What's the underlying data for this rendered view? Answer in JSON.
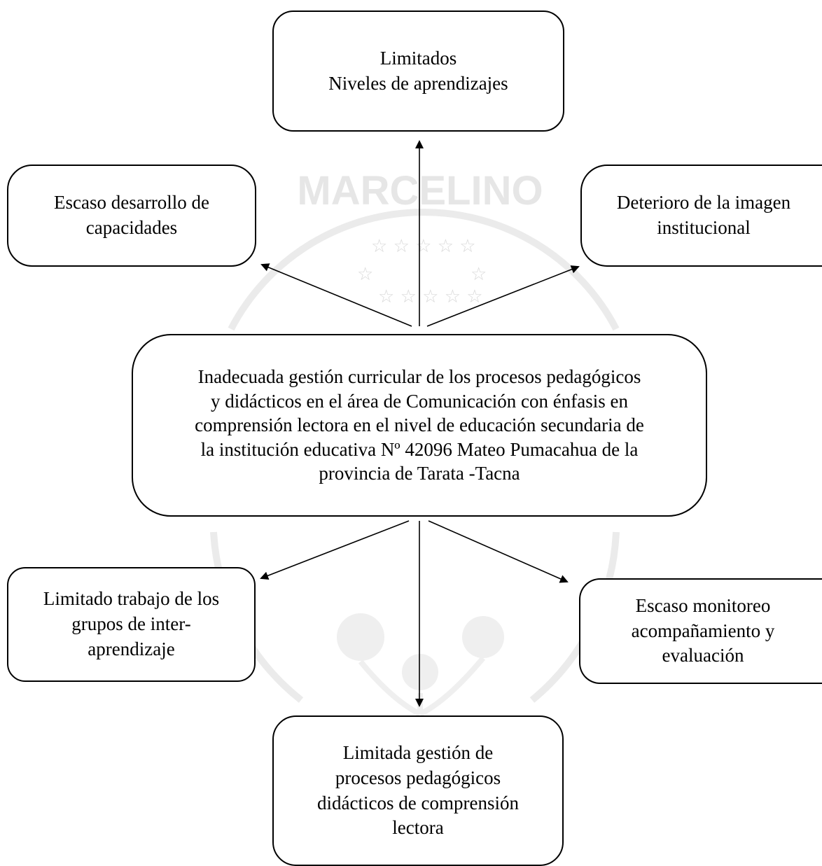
{
  "diagram": {
    "center": {
      "lines": [
        "Inadecuada gestión curricular de los procesos pedagógicos",
        "y didácticos en el área de Comunicación con énfasis en",
        "comprensión lectora en el nivel de educación secundaria de",
        "la institución educativa Nº 42096 Mateo Pumacahua de la",
        "provincia de Tarata -Tacna"
      ]
    },
    "effects": {
      "top": {
        "lines": [
          "Limitados",
          "Niveles de aprendizajes"
        ]
      },
      "left": {
        "lines": [
          "Escaso desarrollo de",
          "capacidades"
        ]
      },
      "right": {
        "lines": [
          "Deterioro de la imagen",
          "institucional"
        ]
      }
    },
    "causes": {
      "left": {
        "lines": [
          "Limitado trabajo de los",
          "grupos de inter-",
          "aprendizaje"
        ]
      },
      "right": {
        "lines": [
          "Escaso monitoreo",
          "acompañamiento y",
          "evaluación"
        ]
      },
      "bottom": {
        "lines": [
          "Limitada gestión de",
          "procesos pedagógicos",
          "didácticos de comprensión",
          "lectora"
        ]
      }
    }
  },
  "watermark": {
    "text": "MARCELINO",
    "color": "#e8e8e8"
  }
}
